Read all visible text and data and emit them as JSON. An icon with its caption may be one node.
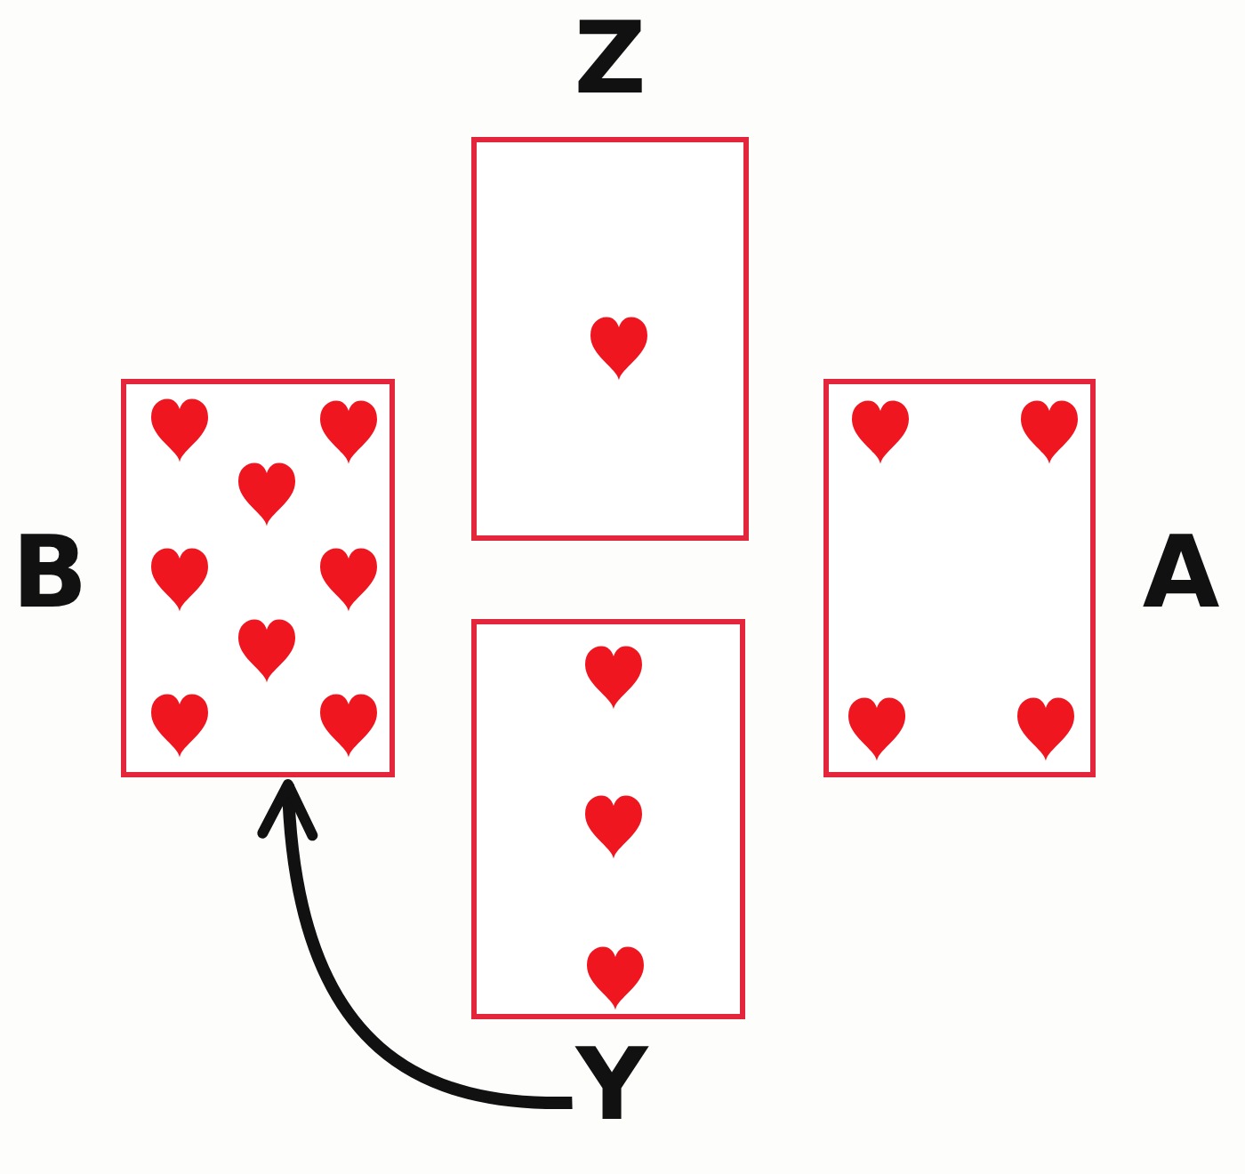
{
  "diagram": {
    "nodes": [
      {
        "text": [],
        "shape": "card",
        "beside": [
          "Z"
        ]
      },
      {
        "text": [],
        "shape": "card",
        "beside": [
          "B"
        ]
      },
      {
        "text": [],
        "shape": "card",
        "beside": [
          "A"
        ]
      },
      {
        "text": [],
        "shape": "card"
      },
      {
        "text": [
          "Y"
        ]
      }
    ],
    "edges": [
      {
        "from": 4,
        "to": 1,
        "arrow": "to"
      }
    ]
  }
}
